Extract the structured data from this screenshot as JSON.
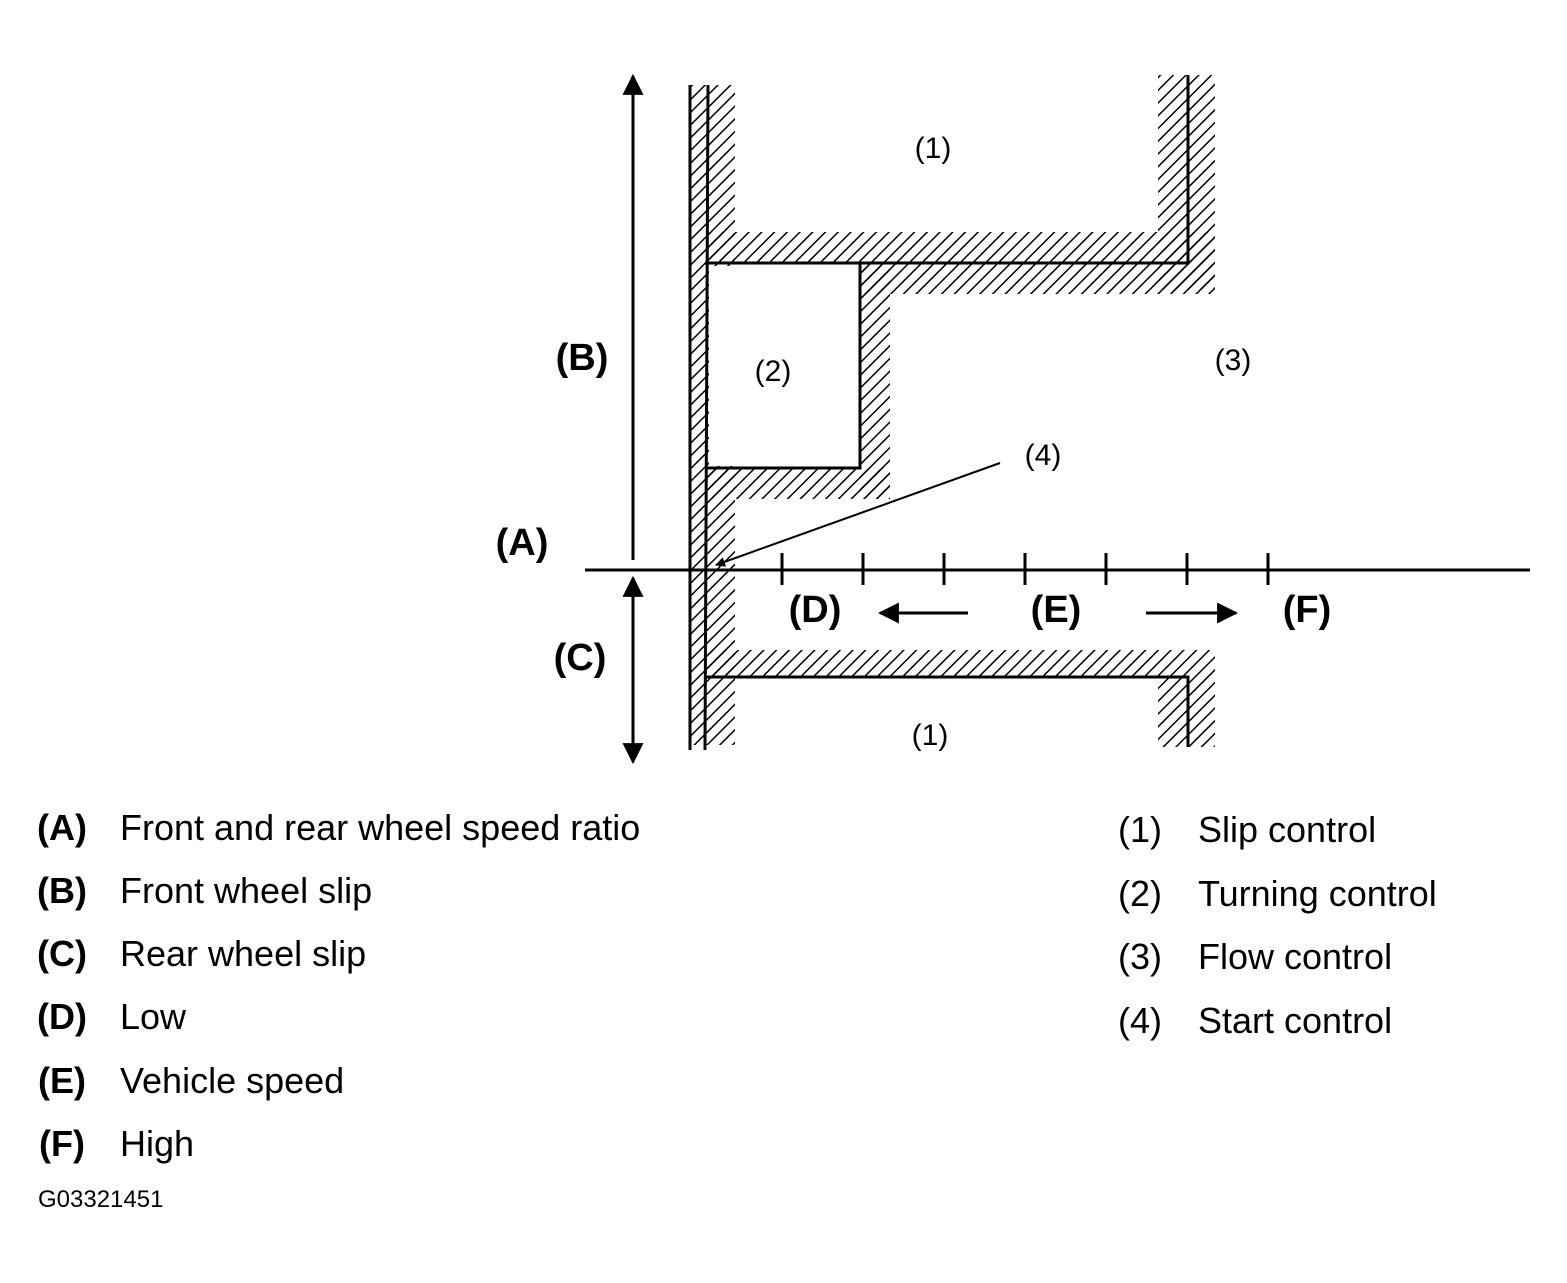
{
  "diagram": {
    "axis_labels": {
      "a": "(A)",
      "b": "(B)",
      "c": "(C)",
      "d": "(D)",
      "e": "(E)",
      "f": "(F)"
    },
    "region_labels": {
      "slip_top": "(1)",
      "slip_bottom": "(1)",
      "turning": "(2)",
      "flow": "(3)",
      "start": "(4)"
    }
  },
  "legend_left": [
    {
      "key": "(A)",
      "text": "Front and rear wheel speed ratio"
    },
    {
      "key": "(B)",
      "text": "Front wheel slip"
    },
    {
      "key": "(C)",
      "text": "Rear wheel slip"
    },
    {
      "key": "(D)",
      "text": "Low"
    },
    {
      "key": "(E)",
      "text": "Vehicle speed"
    },
    {
      "key": "(F)",
      "text": "High"
    }
  ],
  "legend_right": [
    {
      "key": "(1)",
      "text": "Slip control"
    },
    {
      "key": "(2)",
      "text": "Turning control"
    },
    {
      "key": "(3)",
      "text": "Flow control"
    },
    {
      "key": "(4)",
      "text": "Start control"
    }
  ],
  "figure_code": "G03321451"
}
